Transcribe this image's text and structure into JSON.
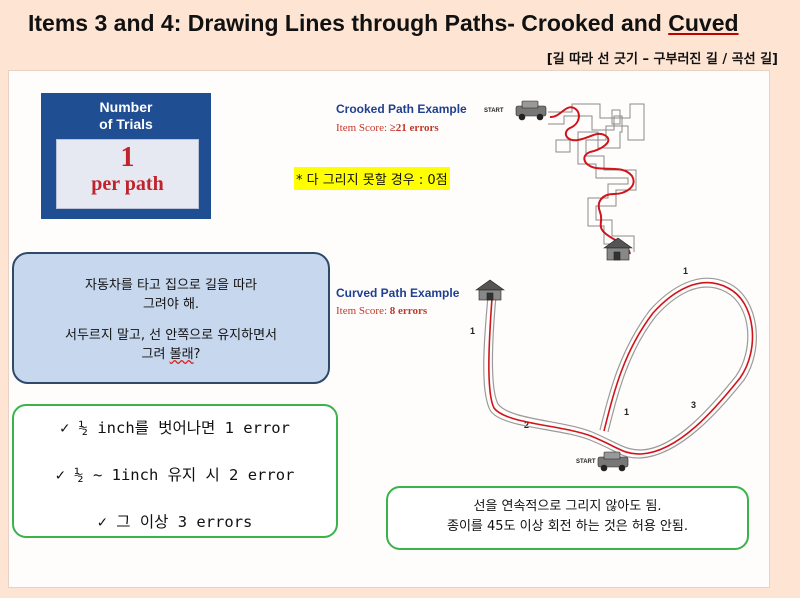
{
  "header": {
    "title_main": "Items 3 and 4: Drawing Lines through Paths- Crooked and ",
    "title_tail": "Cuved",
    "subtitle": "[길 따라 선 긋기 – 구부러진 길 / 곡선 길]"
  },
  "trials_card": {
    "heading_line1": "Number",
    "heading_line2": "of Trials",
    "count": "1",
    "unit": "per path"
  },
  "speech_bubble": {
    "line1": "자동차를 타고 집으로 길을 따라",
    "line2": "그려야 해.",
    "line3": "서두르지 말고, 선 안쪽으로 유지하면서",
    "line4_a": "그려 ",
    "line4_b": "볼래",
    "line4_c": "?"
  },
  "rules": [
    "✓ ½ inch를 벗어나면 1 error",
    "✓ ½ ~ 1inch 유지 시 2 error",
    "✓ 그 이상 3 errors"
  ],
  "zero_note": "* 다 그리지 못할 경우 : 0점",
  "crooked_example": {
    "title": "Crooked Path Example",
    "score_prefix": "Item Score: ",
    "score_value": "≥21 errors",
    "start_label": "START"
  },
  "curved_example": {
    "title": "Curved Path Example",
    "score_prefix": "Item Score: ",
    "score_value": "8 errors",
    "start_label": "START",
    "error_marks": [
      "1",
      "1",
      "2",
      "1",
      "3"
    ]
  },
  "bottom_note": {
    "line1": "선을 연속적으로 그리지 않아도 됨.",
    "line2": "종이를 45도 이상 회전 하는 것은 허용 안됨."
  },
  "colors": {
    "background": "#fde4d3",
    "trials_blue": "#1f4e93",
    "speech_fill": "#c7d7ee",
    "green_border": "#3bb34a",
    "highlight": "#ffff00",
    "drawn_line": "#d0141c"
  }
}
